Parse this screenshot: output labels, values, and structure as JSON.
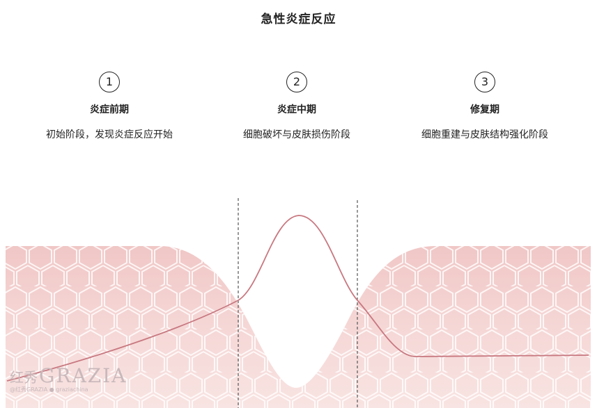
{
  "title": "急性炎症反应",
  "stages": [
    {
      "number": "1",
      "name": "炎症前期",
      "description": "初始阶段，发现炎症反应开始"
    },
    {
      "number": "2",
      "name": "炎症中期",
      "description": "细胞破坏与皮肤损伤阶段"
    },
    {
      "number": "3",
      "name": "修复期",
      "description": "细胞重建与皮肤结构强化阶段"
    }
  ],
  "watermark": {
    "cn": "红秀",
    "brand": "GRAZIA",
    "sub": "@红秀GRAZIA  ● graziachina"
  },
  "colors": {
    "skin": "#f5d7d6",
    "curve": "#c87880",
    "divider": "#555555"
  }
}
